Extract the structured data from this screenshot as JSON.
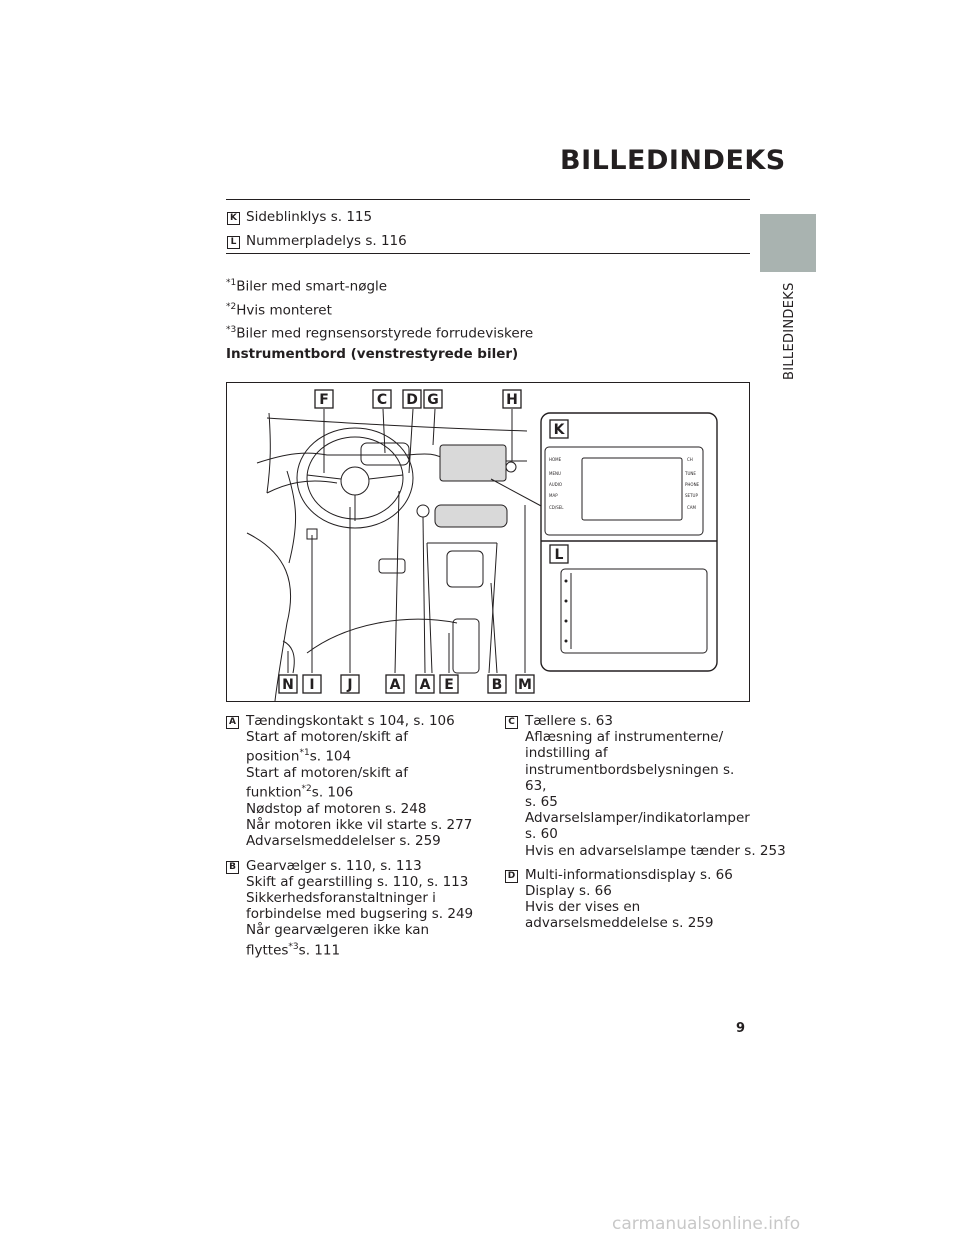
{
  "header": {
    "title": "BILLEDINDEKS"
  },
  "side_tab": {
    "label": "BILLEDINDEKS",
    "color": "#a9b3b0"
  },
  "top_items": [
    {
      "badge": "K",
      "text": "Sideblinklys s. 115"
    },
    {
      "badge": "L",
      "text": "Nummerpladelys s. 116"
    }
  ],
  "footnotes": [
    {
      "mark": "*1",
      "text": "Biler med smart-nøgle"
    },
    {
      "mark": "*2",
      "text": "Hvis monteret"
    },
    {
      "mark": "*3",
      "text": "Biler med regnsensorstyrede forrudeviskere"
    }
  ],
  "section_heading": "Instrumentbord (venstrestyrede biler)",
  "figure": {
    "top_labels": [
      "F",
      "C",
      "D",
      "G",
      "H"
    ],
    "bottom_labels": [
      "N",
      "I",
      "J",
      "A",
      "A",
      "E",
      "B",
      "M"
    ],
    "inset_labels": [
      "K",
      "L"
    ],
    "radio_buttons_left": [
      "HOME",
      "MENU",
      "AUDIO",
      "MAP",
      "CD/SEL"
    ],
    "radio_buttons_right": [
      "CH",
      "TUNE",
      "PHONE",
      "SETUP",
      "CAM"
    ]
  },
  "left_column": [
    {
      "badge": "A",
      "lines": [
        "Tændingskontakt s 104, s. 106",
        "Start af motoren/skift af",
        "position",
        "Start af motoren/skift af",
        "funktion",
        "Nødstop af motoren s. 248",
        "Når motoren ikke vil starte s. 277",
        "Advarselsmeddelelser s. 259"
      ],
      "mark1": "*1",
      "after1": "s. 104",
      "mark2": "*2",
      "after2": "s. 106"
    },
    {
      "badge": "B",
      "lines": [
        "Gearvælger s. 110, s. 113",
        "Skift af gearstilling s. 110, s. 113",
        "Sikkerhedsforanstaltninger i",
        "forbindelse med bugsering s. 249",
        "Når gearvælgeren ikke kan",
        "flyttes"
      ],
      "mark": "*3",
      "after": "s. 111"
    }
  ],
  "right_column": [
    {
      "badge": "C",
      "lines": [
        "Tællere s. 63",
        "Aflæsning af instrumenterne/",
        "indstilling af",
        "instrumentbordsbelysningen s. 63,",
        "s. 65",
        "Advarselslamper/indikatorlamper",
        "s. 60",
        "Hvis en advarselslampe tænder s. 253"
      ]
    },
    {
      "badge": "D",
      "lines": [
        "Multi-informationsdisplay s. 66",
        "Display s. 66",
        "Hvis der vises en",
        "advarselsmeddelelse s. 259"
      ]
    }
  ],
  "page_number": "9",
  "watermark": "carmanualsonline.info"
}
